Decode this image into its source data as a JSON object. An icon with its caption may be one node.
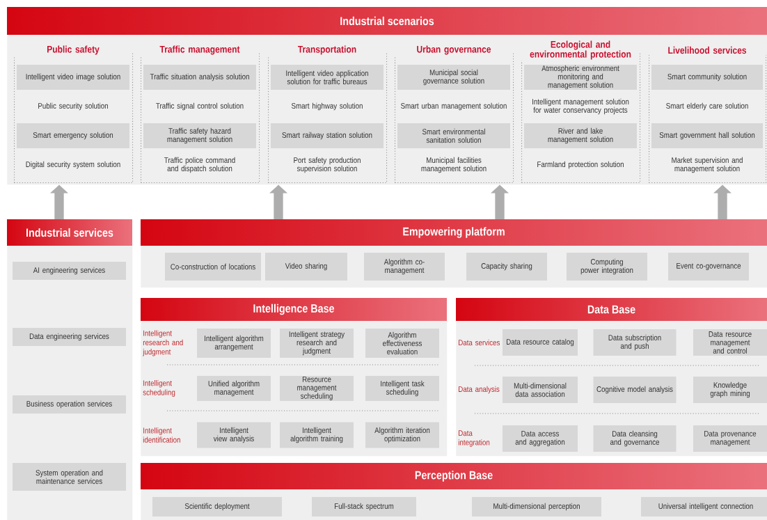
{
  "diagram": {
    "nodes": [
      {
        "text": [
          "Industrial scenarios"
        ]
      },
      {
        "text": [
          "Public safety"
        ],
        "in": 0
      },
      {
        "text": [
          "Intelligent video image solution"
        ],
        "in": 1
      },
      {
        "text": [
          "Public security solution"
        ],
        "in": 1
      },
      {
        "text": [
          "Smart emergency solution"
        ],
        "in": 1
      },
      {
        "text": [
          "Digital security system solution"
        ],
        "in": 1
      },
      {
        "text": [
          "Traffic management"
        ],
        "in": 0
      },
      {
        "text": [
          "Traffic situation analysis solution"
        ],
        "in": 6
      },
      {
        "text": [
          "Traffic signal control solution"
        ],
        "in": 6
      },
      {
        "text": [
          "Traffic safety hazard management solution"
        ],
        "in": 6
      },
      {
        "text": [
          "Traffic police command and dispatch solution"
        ],
        "in": 6
      },
      {
        "text": [
          "Transportation"
        ],
        "in": 0
      },
      {
        "text": [
          "Intelligent video application solution for traffic bureaus"
        ],
        "in": 11
      },
      {
        "text": [
          "Smart highway solution"
        ],
        "in": 11
      },
      {
        "text": [
          "Smart railway station solution"
        ],
        "in": 11
      },
      {
        "text": [
          "Port safety production supervision solution"
        ],
        "in": 11
      },
      {
        "text": [
          "Urban governance"
        ],
        "in": 0
      },
      {
        "text": [
          "Municipal social governance solution"
        ],
        "in": 16
      },
      {
        "text": [
          "Smart urban management solution"
        ],
        "in": 16
      },
      {
        "text": [
          "Smart environmental sanitation solution"
        ],
        "in": 16
      },
      {
        "text": [
          "Municipal facilities management solution"
        ],
        "in": 16
      },
      {
        "text": [
          "Ecological and environmental protection"
        ],
        "in": 0
      },
      {
        "text": [
          "Atmospheric environment monitoring and management solution"
        ],
        "in": 21
      },
      {
        "text": [
          "Intelligent management solution for water conservancy projects"
        ],
        "in": 21
      },
      {
        "text": [
          "River and lake management solution"
        ],
        "in": 21
      },
      {
        "text": [
          "Farmland protection solution"
        ],
        "in": 21
      },
      {
        "text": [
          "Livelihood services"
        ],
        "in": 0
      },
      {
        "text": [
          "Smart community solution"
        ],
        "in": 26
      },
      {
        "text": [
          "Smart elderly care solution"
        ],
        "in": 26
      },
      {
        "text": [
          "Smart government hall solution"
        ],
        "in": 26
      },
      {
        "text": [
          "Market supervision and management solution"
        ],
        "in": 26
      },
      {
        "text": [
          "Industrial services"
        ]
      },
      {
        "text": [
          "AI engineering services"
        ],
        "in": 31
      },
      {
        "text": [
          "Data engineering services"
        ],
        "in": 31
      },
      {
        "text": [
          "Business operation services"
        ],
        "in": 31
      },
      {
        "text": [
          "System operation and maintenance services"
        ],
        "in": 31
      },
      {
        "text": [
          "Empowering platform"
        ]
      },
      {
        "text": [
          "Co-construction of locations"
        ],
        "in": 36
      },
      {
        "text": [
          "Video sharing"
        ],
        "in": 36
      },
      {
        "text": [
          "Algorithm co-management"
        ],
        "in": 36
      },
      {
        "text": [
          "Capacity sharing"
        ],
        "in": 36
      },
      {
        "text": [
          "Computing power integration"
        ],
        "in": 36
      },
      {
        "text": [
          "Event co-governance"
        ],
        "in": 36
      },
      {
        "text": [
          "Intelligence Base"
        ]
      },
      {
        "text": [
          "Intelligent algorithm arrangement"
        ],
        "in": 43
      },
      {
        "text": [
          "Intelligent strategy research and judgment"
        ],
        "in": 43
      },
      {
        "text": [
          "Algorithm effectiveness evaluation"
        ],
        "in": 43
      },
      {
        "text": [
          "Unified algorithm management"
        ],
        "in": 43
      },
      {
        "text": [
          "Resource management scheduling"
        ],
        "in": 43
      },
      {
        "text": [
          "Intelligent task scheduling"
        ],
        "in": 43
      },
      {
        "text": [
          "Intelligent view analysis"
        ],
        "in": 43
      },
      {
        "text": [
          "Intelligent algorithm training"
        ],
        "in": 43
      },
      {
        "text": [
          "Algorithm iteration optimization"
        ],
        "in": 43
      },
      {
        "text": [
          "Data Base"
        ]
      },
      {
        "text": [
          "Data resource catalog"
        ],
        "in": 53
      },
      {
        "text": [
          "Data subscription and push"
        ],
        "in": 53
      },
      {
        "text": [
          "Data resource management and control"
        ],
        "in": 53
      },
      {
        "text": [
          "Multi-dimensional data association"
        ],
        "in": 53
      },
      {
        "text": [
          "Cognitive model analysis"
        ],
        "in": 53
      },
      {
        "text": [
          "Knowledge graph mining"
        ],
        "in": 53
      },
      {
        "text": [
          "Data access and aggregation"
        ],
        "in": 53
      },
      {
        "text": [
          "Data cleansing and governance"
        ],
        "in": 53
      },
      {
        "text": [
          "Data provenance management"
        ],
        "in": 53
      },
      {
        "text": [
          "Perception Base"
        ]
      },
      {
        "text": [
          "Scientific deployment"
        ],
        "in": 63
      },
      {
        "text": [
          "Full-stack spectrum"
        ],
        "in": 63
      },
      {
        "text": [
          "Multi-dimensional perception"
        ],
        "in": 63
      },
      {
        "text": [
          "Universal intelligent connection"
        ],
        "in": 63
      }
    ],
    "edges": [
      {
        "from": 31,
        "to": 0,
        "arrow": "to"
      },
      {
        "from": 36,
        "to": 0,
        "arrow": "to"
      },
      {
        "from": 36,
        "to": 0,
        "arrow": "to"
      },
      {
        "from": 36,
        "to": 0,
        "arrow": "to"
      }
    ],
    "labels": [
      "Intelligent research and judgment",
      "Intelligent scheduling",
      "Intelligent identification",
      "Data services",
      "Data analysis",
      "Data integration"
    ]
  }
}
